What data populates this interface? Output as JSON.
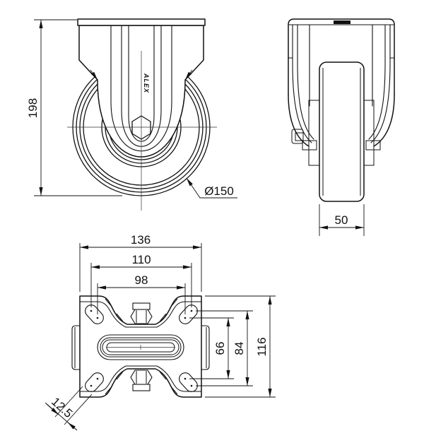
{
  "logo": {
    "text": "ALEX"
  },
  "front_view": {
    "height": "198",
    "wheel_diameter": "Ø150"
  },
  "side_view": {
    "wheel_width": "50"
  },
  "plan_view": {
    "plate_width": "136",
    "hole_pitch_width_outer": "110",
    "hole_pitch_width_inner": "98",
    "hole_pitch_depth_inner": "66",
    "hole_pitch_depth_outer": "84",
    "plate_depth": "116",
    "hole_slot_width": "12.5"
  }
}
